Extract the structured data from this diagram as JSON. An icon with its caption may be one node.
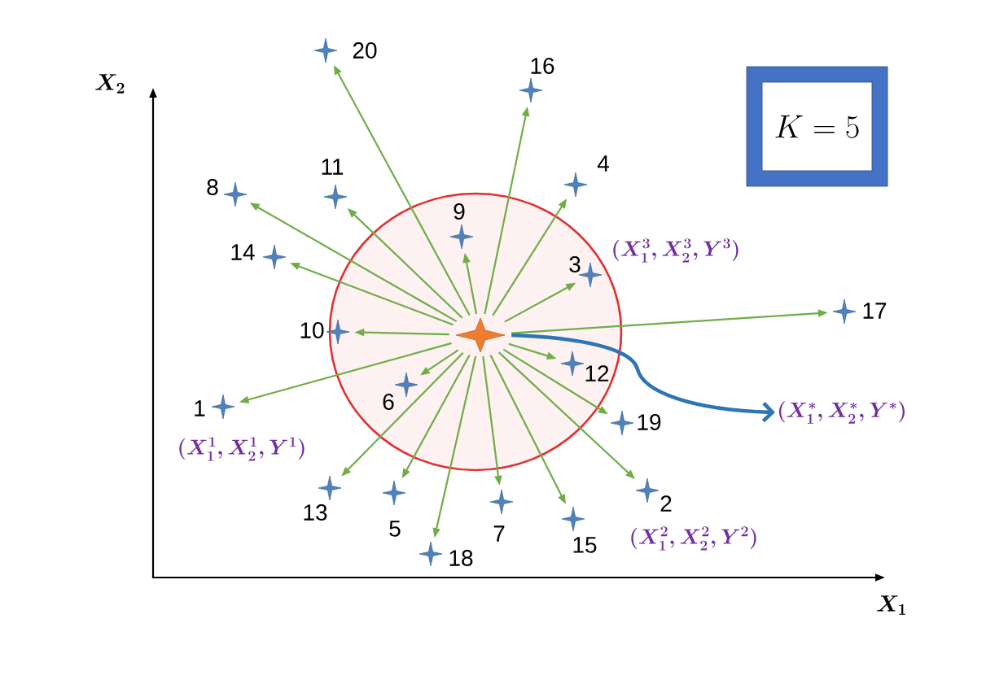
{
  "diagram": {
    "nodes": [
      {
        "text": [],
        "shape": "circle"
      },
      {
        "text": [],
        "shape": "star",
        "in": 0
      },
      {
        "text": [],
        "shape": "star",
        "beside": [
          "1",
          "\\boldsymbol{(X_1^1, X_2^1, Y^1)}"
        ]
      },
      {
        "text": [],
        "shape": "star",
        "beside": [
          "2",
          "\\boldsymbol{(X_1^2, X_2^2, Y^2)}"
        ]
      },
      {
        "text": [],
        "shape": "star",
        "beside": [
          "3",
          "\\boldsymbol{(X_1^3, X_2^3, Y^3)}"
        ],
        "in": 0
      },
      {
        "text": [],
        "shape": "star",
        "beside": [
          "4"
        ]
      },
      {
        "text": [],
        "shape": "star",
        "beside": [
          "5"
        ]
      },
      {
        "text": [],
        "shape": "star",
        "beside": [
          "6"
        ],
        "in": 0
      },
      {
        "text": [],
        "shape": "star",
        "beside": [
          "7"
        ]
      },
      {
        "text": [],
        "shape": "star",
        "beside": [
          "8"
        ]
      },
      {
        "text": [],
        "shape": "star",
        "beside": [
          "9"
        ],
        "in": 0
      },
      {
        "text": [],
        "shape": "star",
        "beside": [
          "10"
        ]
      },
      {
        "text": [],
        "shape": "star",
        "beside": [
          "11"
        ]
      },
      {
        "text": [],
        "shape": "star",
        "beside": [
          "12"
        ],
        "in": 0
      },
      {
        "text": [],
        "shape": "star",
        "beside": [
          "13"
        ]
      },
      {
        "text": [],
        "shape": "star",
        "beside": [
          "14"
        ]
      },
      {
        "text": [],
        "shape": "star",
        "beside": [
          "15"
        ]
      },
      {
        "text": [],
        "shape": "star",
        "beside": [
          "16"
        ]
      },
      {
        "text": [],
        "shape": "star",
        "beside": [
          "17"
        ]
      },
      {
        "text": [],
        "shape": "star",
        "beside": [
          "18"
        ]
      },
      {
        "text": [],
        "shape": "star",
        "beside": [
          "19"
        ]
      },
      {
        "text": [],
        "shape": "star",
        "beside": [
          "20"
        ]
      },
      {
        "text": [
          "K = 5"
        ]
      },
      {
        "text": [
          "\\boldsymbol{(X_1^*, X_2^*, Y^*)}"
        ]
      }
    ],
    "edges": [
      {
        "from": 1,
        "to": 2,
        "arrow": "to"
      },
      {
        "from": 1,
        "to": 3,
        "arrow": "to"
      },
      {
        "from": 1,
        "to": 4,
        "arrow": "to"
      },
      {
        "from": 1,
        "to": 5,
        "arrow": "to"
      },
      {
        "from": 1,
        "to": 6,
        "arrow": "to"
      },
      {
        "from": 1,
        "to": 7,
        "arrow": "to"
      },
      {
        "from": 1,
        "to": 8,
        "arrow": "to"
      },
      {
        "from": 1,
        "to": 9,
        "arrow": "to"
      },
      {
        "from": 1,
        "to": 10,
        "arrow": "to"
      },
      {
        "from": 1,
        "to": 11,
        "arrow": "to"
      },
      {
        "from": 1,
        "to": 12,
        "arrow": "to"
      },
      {
        "from": 1,
        "to": 13,
        "arrow": "to"
      },
      {
        "from": 1,
        "to": 14,
        "arrow": "to"
      },
      {
        "from": 1,
        "to": 15,
        "arrow": "to"
      },
      {
        "from": 1,
        "to": 16,
        "arrow": "to"
      },
      {
        "from": 1,
        "to": 17,
        "arrow": "to"
      },
      {
        "from": 1,
        "to": 18,
        "arrow": "to"
      },
      {
        "from": 1,
        "to": 19,
        "arrow": "to"
      },
      {
        "from": 1,
        "to": 20,
        "arrow": "to"
      },
      {
        "from": 1,
        "to": 21,
        "arrow": "to"
      },
      {
        "from": 1,
        "to": 23,
        "arrow": "to",
        "style": "thick",
        "color": "#2e75b6"
      }
    ],
    "labels": [
      "\\boldsymbol{X_2}",
      "\\boldsymbol{X_1}"
    ]
  }
}
